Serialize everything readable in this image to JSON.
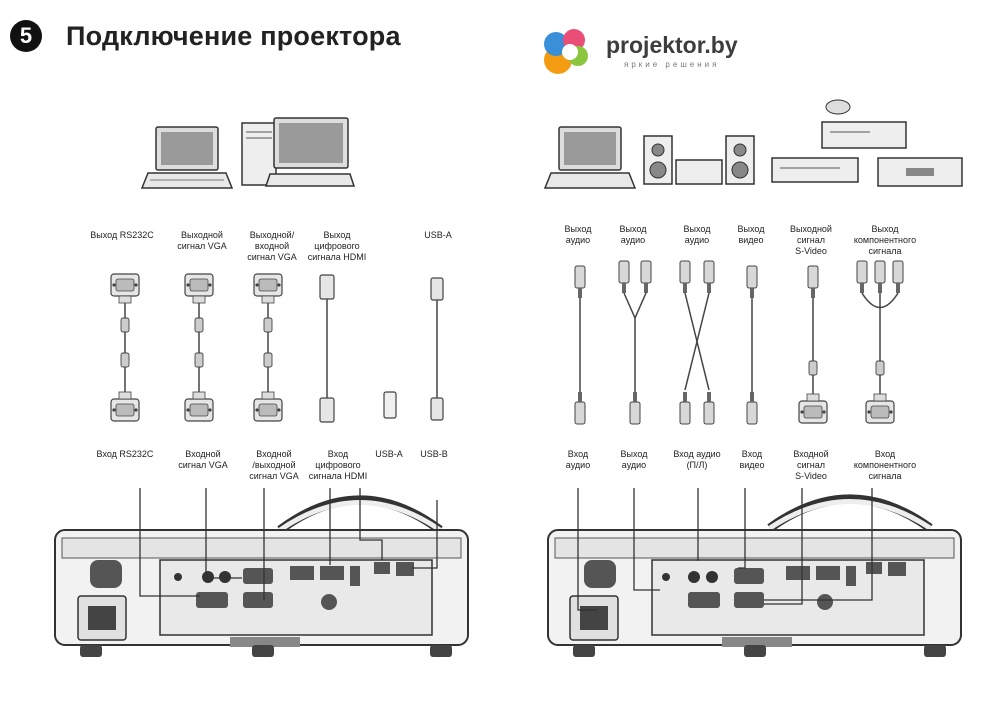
{
  "header": {
    "step_number": "5",
    "title": "Подключение проектора"
  },
  "logo": {
    "name": "projektor.by",
    "tagline": "яркие решения"
  },
  "left_panel": {
    "outputs": [
      "Выход RS232C",
      "Выходной\nсигнал VGA",
      "Выходной/\nвходной\nсигнал VGA",
      "Выход\nцифрового\nсигнала HDMI",
      "USB-A"
    ],
    "inputs": [
      "Вход RS232C",
      "Входной\nсигнал VGA",
      "Входной\n/выходной\nсигнал VGA",
      "Вход\nцифрового\nсигнала HDMI",
      "USB-A",
      "USB-B"
    ]
  },
  "right_panel": {
    "outputs": [
      "Выход\nаудио",
      "Выход\nаудио",
      "Выход\nаудио",
      "Выход\nвидео",
      "Выходной\nсигнал\nS-Video",
      "Выход\nкомпонентного\nсигнала"
    ],
    "inputs": [
      "Вход\nаудио",
      "Выход\nаудио",
      "Вход аудио\n(П/Л)",
      "Вход\nвидео",
      "Входной\nсигнал\nS-Video",
      "Вход\nкомпонентного\nсигнала"
    ]
  }
}
